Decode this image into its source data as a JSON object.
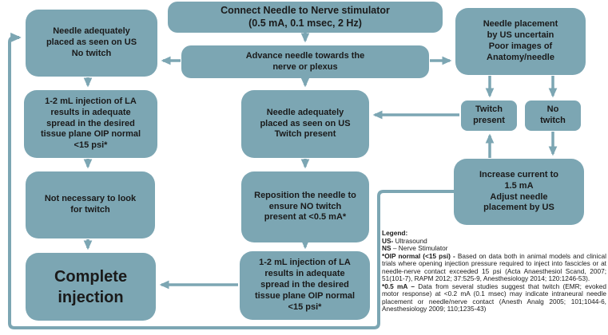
{
  "nodes": {
    "connect": {
      "label": "Connect Needle to Nerve stimulator\n(0.5 mA, 0.1 msec, 2 Hz)"
    },
    "advance": {
      "label": "Advance needle towards the\nnerve or plexus"
    },
    "us_no_twitch": {
      "label": "Needle adequately\nplaced as seen on US\nNo twitch"
    },
    "us_uncertain": {
      "label": "Needle placement\nby US uncertain\nPoor images of\nAnatomy/needle"
    },
    "injection_left": {
      "label": "1-2 mL injection of LA\nresults in adequate\nspread in the desired\ntissue plane OIP normal\n<15 psi*"
    },
    "us_twitch": {
      "label": "Needle adequately\nplaced as seen on US\nTwitch present"
    },
    "twitch_present": {
      "label": "Twitch\npresent"
    },
    "no_twitch": {
      "label": "No\ntwitch"
    },
    "not_necessary": {
      "label": "Not necessary to look\nfor twitch"
    },
    "reposition": {
      "label": "Reposition the needle to\nensure NO twitch\npresent at <0.5 mA*"
    },
    "increase_current": {
      "label": "Increase current to\n1.5 mA\nAdjust needle\nplacement by US"
    },
    "complete": {
      "label": "Complete\ninjection"
    },
    "injection_center": {
      "label": "1-2 mL injection of LA\nresults in adequate\nspread in the desired\ntissue plane OIP normal\n<15 psi*"
    }
  },
  "legend": {
    "heading": "Legend:",
    "entries": [
      {
        "term": "US-",
        "definition": " Ultrasound"
      },
      {
        "term": "NS",
        "definition": " – Nerve Stimulator"
      },
      {
        "term": "*OIP normal (<15 psi) - ",
        "definition": "Based on data both in animal models and clinical trials where opening injection pressure required to inject into fascicles or at needle-nerve contact exceeded 15 psi (Acta Anaesthesiol Scand, 2007; 51(101-7), RAPM 2012; 37:525-9, Anesthesiology 2014; 120:1246-53)."
      },
      {
        "term": "*0.5 mA – ",
        "definition": "Data from several studies suggest that twitch (EMR; evoked motor response) at <0.2 mA (0.1 msec) may indicate intraneural needle placement or needle/nerve contact (Anesth Analg 2005; 101;1044-6, Anesthesiology 2009; 110;1235-43)"
      }
    ]
  },
  "colors": {
    "node_fill": "#7ca6b3",
    "arrow": "#7ca6b3",
    "text": "#1a1a1a",
    "background": "#ffffff"
  }
}
